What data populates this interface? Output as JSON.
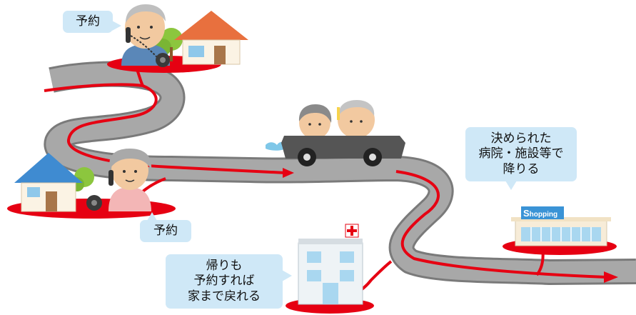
{
  "bubbles": {
    "reserve_top": "予約",
    "reserve_bottom": "予約",
    "return_trip": "帰りも\n予約すれば\n家まで戻れる",
    "destination": "決められた\n病院・施設等で\n降りる"
  },
  "shop_sign": {
    "initial": "S",
    "rest": "hopping"
  },
  "colors": {
    "road": "#a8a8a8",
    "route": "#e60012",
    "bubble": "#cfe8f7",
    "house_roof_left": "#3f8bd1",
    "house_roof_right": "#e8703e",
    "car_body": "#555555",
    "hospital_cross": "#e60012",
    "shop_sign_bg": "#3a93d6"
  }
}
